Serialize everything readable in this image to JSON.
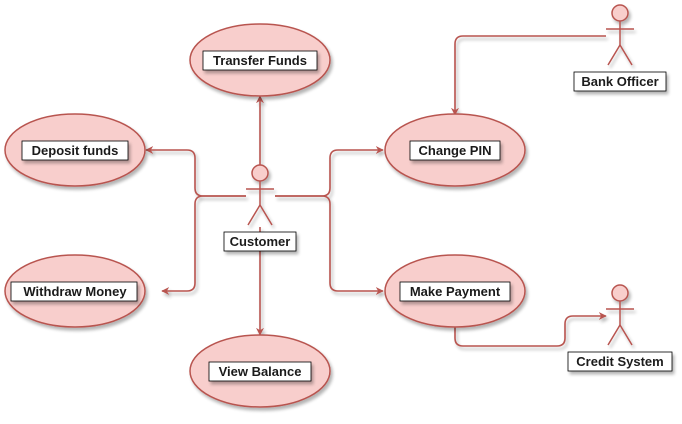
{
  "diagram": {
    "actors": {
      "customer": "Customer",
      "bank_officer": "Bank Officer",
      "credit_system": "Credit System"
    },
    "use_cases": {
      "transfer_funds": "Transfer Funds",
      "deposit_funds": "Deposit funds",
      "change_pin": "Change PIN",
      "withdraw_money": "Withdraw Money",
      "make_payment": "Make Payment",
      "view_balance": "View Balance"
    }
  },
  "colors": {
    "ellipse_fill": "#f8cecc",
    "stroke": "#b85450",
    "actor_fill": "#f8cecc",
    "label_bg": "#ffffff",
    "label_border": "#000000",
    "text": "#1a1a1a"
  }
}
